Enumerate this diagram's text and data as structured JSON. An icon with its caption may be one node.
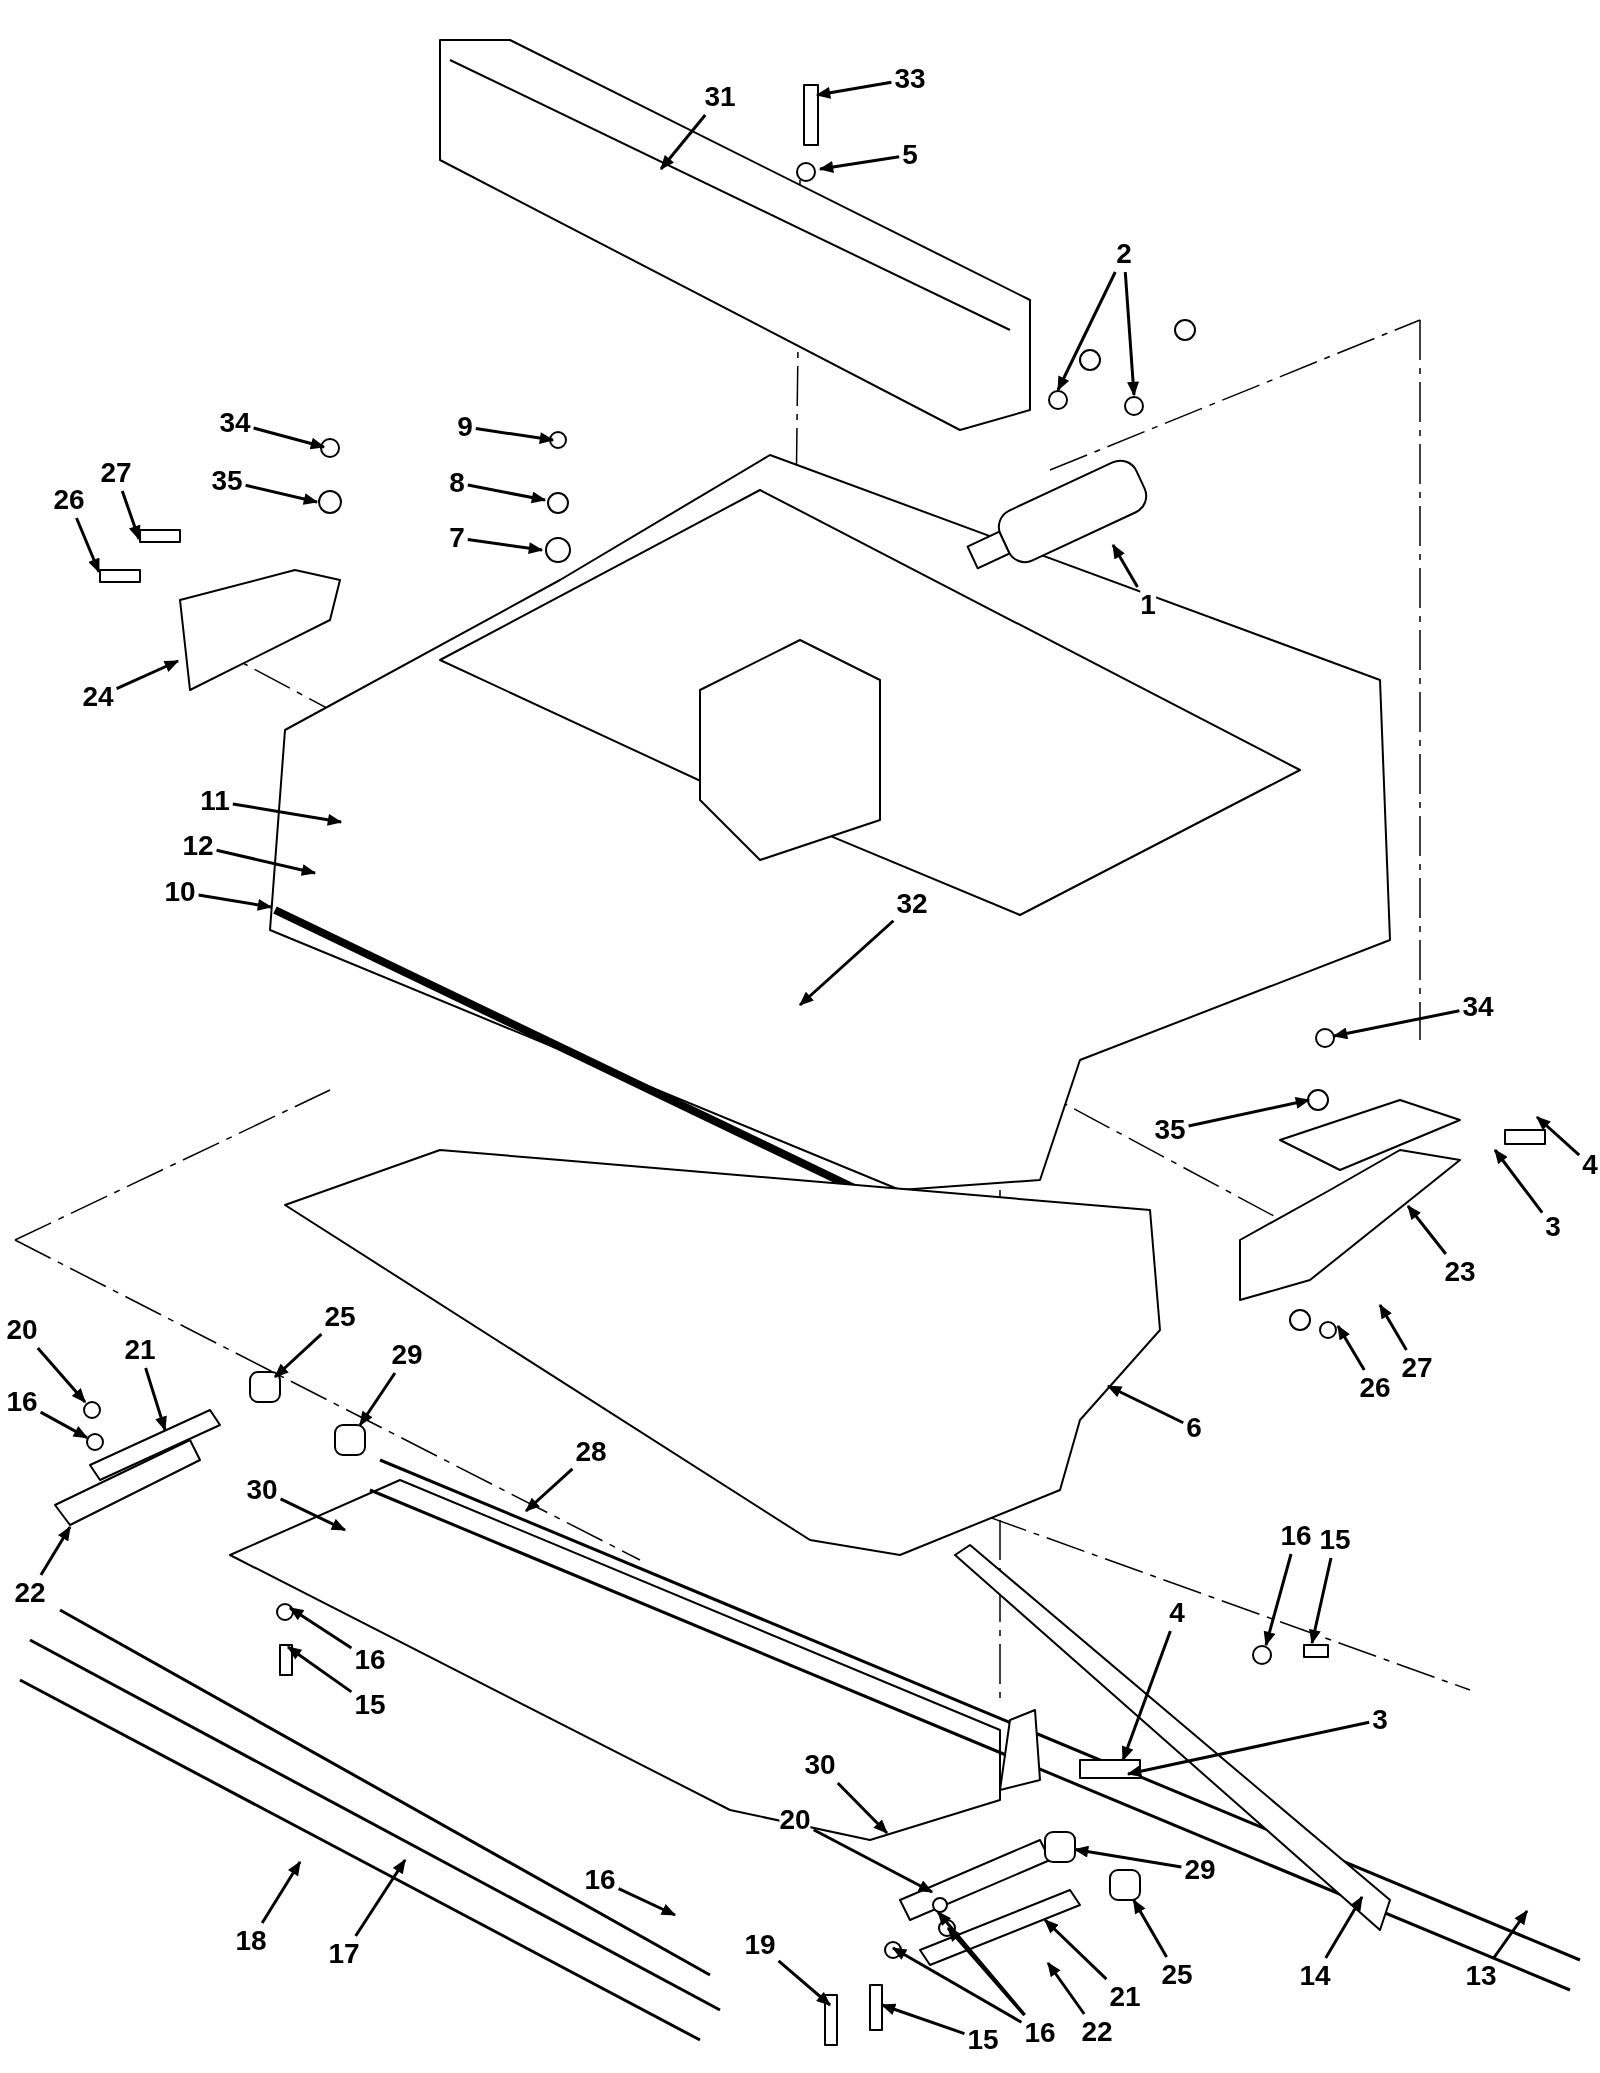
{
  "diagram": {
    "nodes": [
      {
        "text": [
          "33"
        ]
      },
      {
        "text": [
          "31"
        ]
      },
      {
        "text": [
          "5"
        ]
      },
      {
        "text": [
          "2"
        ]
      },
      {
        "text": [
          "34"
        ]
      },
      {
        "text": [
          "9"
        ]
      },
      {
        "text": [
          "27"
        ]
      },
      {
        "text": [
          "35"
        ]
      },
      {
        "text": [
          "8"
        ]
      },
      {
        "text": [
          "26"
        ]
      },
      {
        "text": [
          "7"
        ]
      },
      {
        "text": [
          "1"
        ]
      },
      {
        "text": [
          "24"
        ]
      },
      {
        "text": [
          "11"
        ]
      },
      {
        "text": [
          "12"
        ]
      },
      {
        "text": [
          "10"
        ]
      },
      {
        "text": [
          "32"
        ]
      },
      {
        "text": [
          "34"
        ]
      },
      {
        "text": [
          "35"
        ]
      },
      {
        "text": [
          "4"
        ]
      },
      {
        "text": [
          "3"
        ]
      },
      {
        "text": [
          "23"
        ]
      },
      {
        "text": [
          "25"
        ]
      },
      {
        "text": [
          "20"
        ]
      },
      {
        "text": [
          "21"
        ]
      },
      {
        "text": [
          "29"
        ]
      },
      {
        "text": [
          "16"
        ]
      },
      {
        "text": [
          "26"
        ]
      },
      {
        "text": [
          "27"
        ]
      },
      {
        "text": [
          "6"
        ]
      },
      {
        "text": [
          "28"
        ]
      },
      {
        "text": [
          "30"
        ]
      },
      {
        "text": [
          "22"
        ]
      },
      {
        "text": [
          "16"
        ]
      },
      {
        "text": [
          "15"
        ]
      },
      {
        "text": [
          "16"
        ]
      },
      {
        "text": [
          "15"
        ]
      },
      {
        "text": [
          "4"
        ]
      },
      {
        "text": [
          "3"
        ]
      },
      {
        "text": [
          "30"
        ]
      },
      {
        "text": [
          "29"
        ]
      },
      {
        "text": [
          "20"
        ]
      },
      {
        "text": [
          "16"
        ]
      },
      {
        "text": [
          "18"
        ]
      },
      {
        "text": [
          "17"
        ]
      },
      {
        "text": [
          "21"
        ]
      },
      {
        "text": [
          "25"
        ]
      },
      {
        "text": [
          "14"
        ]
      },
      {
        "text": [
          "13"
        ]
      },
      {
        "text": [
          "19"
        ]
      },
      {
        "text": [
          "22"
        ]
      },
      {
        "text": [
          "16"
        ]
      },
      {
        "text": [
          "15"
        ]
      },
      {
        "text": [],
        "shape": "circle"
      },
      {
        "text": [],
        "shape": "cylinder"
      },
      {
        "text": [],
        "shape": "cylinder"
      },
      {
        "text": [],
        "shape": "circle"
      },
      {
        "text": [],
        "shape": "cylinder"
      }
    ],
    "edges": [
      {
        "from": 0,
        "to": null,
        "arrow": "to"
      },
      {
        "from": 1,
        "to": null,
        "arrow": "to"
      },
      {
        "from": 2,
        "to": null,
        "arrow": "to"
      },
      {
        "from": 3,
        "to": null,
        "arrow": "to"
      },
      {
        "from": 3,
        "to": null,
        "arrow": "to"
      },
      {
        "from": 4,
        "to": null,
        "arrow": "to"
      },
      {
        "from": 5,
        "to": null,
        "arrow": "to"
      },
      {
        "from": 6,
        "to": null,
        "arrow": "to"
      },
      {
        "from": 7,
        "to": null,
        "arrow": "to"
      },
      {
        "from": 8,
        "to": null,
        "arrow": "to"
      },
      {
        "from": 9,
        "to": null,
        "arrow": "to"
      },
      {
        "from": 10,
        "to": null,
        "arrow": "to"
      },
      {
        "from": 11,
        "to": null,
        "arrow": "to"
      },
      {
        "from": 12,
        "to": null,
        "arrow": "to"
      },
      {
        "from": 13,
        "to": null,
        "arrow": "to"
      },
      {
        "from": 14,
        "to": null,
        "arrow": "to"
      },
      {
        "from": 15,
        "to": null,
        "arrow": "to"
      },
      {
        "from": 16,
        "to": null,
        "arrow": "to"
      },
      {
        "from": 17,
        "to": null,
        "arrow": "to"
      },
      {
        "from": 18,
        "to": null,
        "arrow": "to"
      },
      {
        "from": 19,
        "to": null,
        "arrow": "to"
      },
      {
        "from": 20,
        "to": null,
        "arrow": "to"
      },
      {
        "from": 21,
        "to": null,
        "arrow": "to"
      },
      {
        "from": 22,
        "to": null,
        "arrow": "to"
      },
      {
        "from": 23,
        "to": 53,
        "arrow": "to"
      },
      {
        "from": 24,
        "to": null,
        "arrow": "to"
      },
      {
        "from": 25,
        "to": 54,
        "arrow": "to"
      },
      {
        "from": 26,
        "to": 56,
        "arrow": "to"
      },
      {
        "from": 27,
        "to": null,
        "arrow": "to"
      },
      {
        "from": 28,
        "to": null,
        "arrow": "to"
      },
      {
        "from": 29,
        "to": null,
        "arrow": "to"
      },
      {
        "from": 30,
        "to": null,
        "arrow": "to"
      },
      {
        "from": 31,
        "to": null,
        "arrow": "to"
      },
      {
        "from": 32,
        "to": null,
        "arrow": "to"
      },
      {
        "from": 33,
        "to": null,
        "arrow": "to"
      },
      {
        "from": 34,
        "to": null,
        "arrow": "to"
      },
      {
        "from": 35,
        "to": null,
        "arrow": "to"
      },
      {
        "from": 36,
        "to": null,
        "arrow": "to"
      },
      {
        "from": 37,
        "to": null,
        "arrow": "to"
      },
      {
        "from": 38,
        "to": null,
        "arrow": "to"
      },
      {
        "from": 39,
        "to": null,
        "arrow": "to"
      },
      {
        "from": 40,
        "to": 57,
        "arrow": "to"
      },
      {
        "from": 41,
        "to": null,
        "arrow": "to"
      },
      {
        "from": 42,
        "to": null,
        "arrow": "to"
      },
      {
        "from": 43,
        "to": null,
        "arrow": "to"
      },
      {
        "from": 44,
        "to": null,
        "arrow": "to"
      },
      {
        "from": 45,
        "to": null,
        "arrow": "to"
      },
      {
        "from": 46,
        "to": 55,
        "arrow": "to"
      },
      {
        "from": 47,
        "to": null,
        "arrow": "to"
      },
      {
        "from": 48,
        "to": null,
        "arrow": "to"
      },
      {
        "from": 49,
        "to": null,
        "arrow": "to"
      },
      {
        "from": 50,
        "to": null,
        "arrow": "to"
      },
      {
        "from": 51,
        "to": null,
        "arrow": "to"
      },
      {
        "from": 51,
        "to": null,
        "arrow": "to"
      },
      {
        "from": 51,
        "to": null,
        "arrow": "to"
      },
      {
        "from": 52,
        "to": null,
        "arrow": "to"
      }
    ]
  }
}
